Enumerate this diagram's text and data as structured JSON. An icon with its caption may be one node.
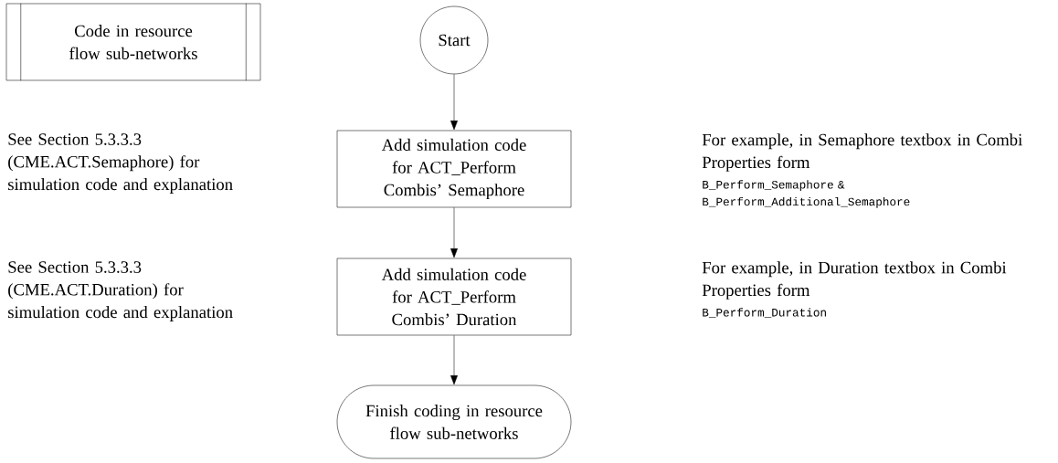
{
  "diagram": {
    "nodes": [
      {
        "text": [
          "Code in resource flow sub-networks"
        ]
      },
      {
        "text": [
          "Start"
        ]
      },
      {
        "text": [
          "Add simulation code for ACT_Perform Combis’ Semaphore"
        ],
        "beside": [
          "For example, in Semaphore textbox in Combi Properties form",
          "B_Perform_Semaphore & B_Perform_Additional_Semaphore"
        ]
      },
      {
        "text": [
          "Add simulation code for ACT_Perform Combis’ Duration"
        ],
        "beside": [
          "For example, in Duration textbox in Combi Properties form",
          "B_Perform_Duration"
        ]
      },
      {
        "text": [
          "Finish coding in resource flow sub-networks"
        ]
      }
    ],
    "edges": [
      {
        "from": 1,
        "to": 2,
        "arrow": "to"
      },
      {
        "from": 2,
        "to": 3,
        "arrow": "to"
      },
      {
        "from": 3,
        "to": 4,
        "arrow": "to"
      }
    ],
    "labels": [
      "See Section 5.3.3.3 (CME.ACT.Semaphore) for simulation code and explanation",
      "See Section 5.3.3.3 (CME.ACT.Duration) for simulation code and explanation"
    ]
  }
}
